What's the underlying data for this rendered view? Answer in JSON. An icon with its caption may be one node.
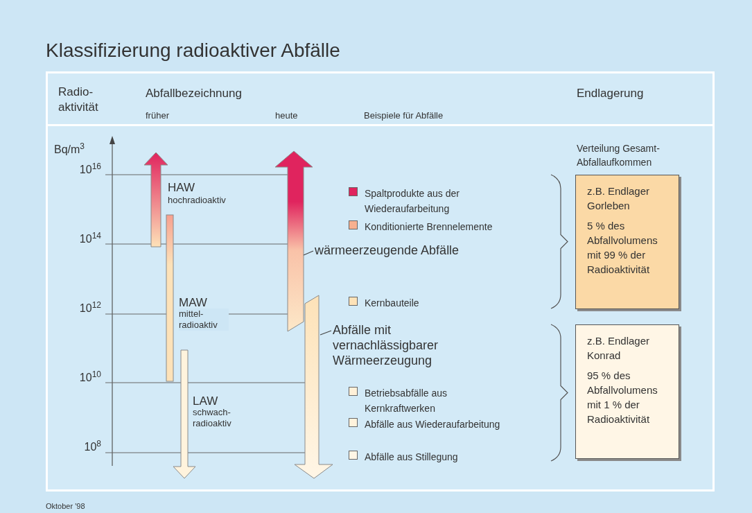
{
  "diagram": {
    "title": "Klassifizierung radioaktiver Abfälle",
    "nodes": [
      {
        "text": [],
        "shape": "arrow"
      },
      {
        "text": [
          "wärmeerzeugende Abfälle"
        ]
      },
      {
        "text": [],
        "shape": "arrow"
      },
      {
        "text": [
          "Abfälle mit vernachlässigbarer Wärmeerzeugung"
        ]
      },
      {
        "text": [
          "z.B. Endlager Gorleben",
          "5 % des Abfallvolumens mit 99 % der Radioaktivität"
        ]
      },
      {
        "text": [
          "z.B. Endlager Konrad",
          "95 % des Abfallvolumens mit 1 % der Radioaktivität"
        ]
      }
    ],
    "edges": [
      {
        "from": 1,
        "to": 0,
        "arrow": "none"
      },
      {
        "from": 3,
        "to": 2,
        "arrow": "none"
      }
    ],
    "labels": [
      "Radio- aktivität",
      "Abfallbezeichnung",
      "früher",
      "heute",
      "Beispiele für Abfälle",
      "Endlagerung",
      "Bq/m$^{3}$",
      "10$^{16}$",
      "10$^{14}$",
      "10$^{12}$",
      "10$^{10}$",
      "10$^{8}$",
      "HAW",
      "hochradioaktiv",
      "MAW",
      "mittel- radioaktiv",
      "LAW",
      "schwach- radioaktiv",
      "Verteilung Gesamt- Abfallaufkommen",
      "Oktober '98"
    ],
    "legend": [
      {
        "text": "Spaltprodukte aus der Wiederaufarbeitung",
        "color": "#e0245e"
      },
      {
        "text": "Konditionierte Brennelemente",
        "color": "#f7b08f"
      },
      {
        "text": "Kernbauteile",
        "color": "#fde2b8"
      },
      {
        "text": "Betriebsabfälle aus Kernkraftwerken",
        "color": "#fff0d8"
      },
      {
        "text": "Abfälle aus Wiederaufarbeitung",
        "color": "#fff3dd"
      },
      {
        "text": "Abfälle aus Stillegung",
        "color": "#fff6e6"
      }
    ]
  }
}
